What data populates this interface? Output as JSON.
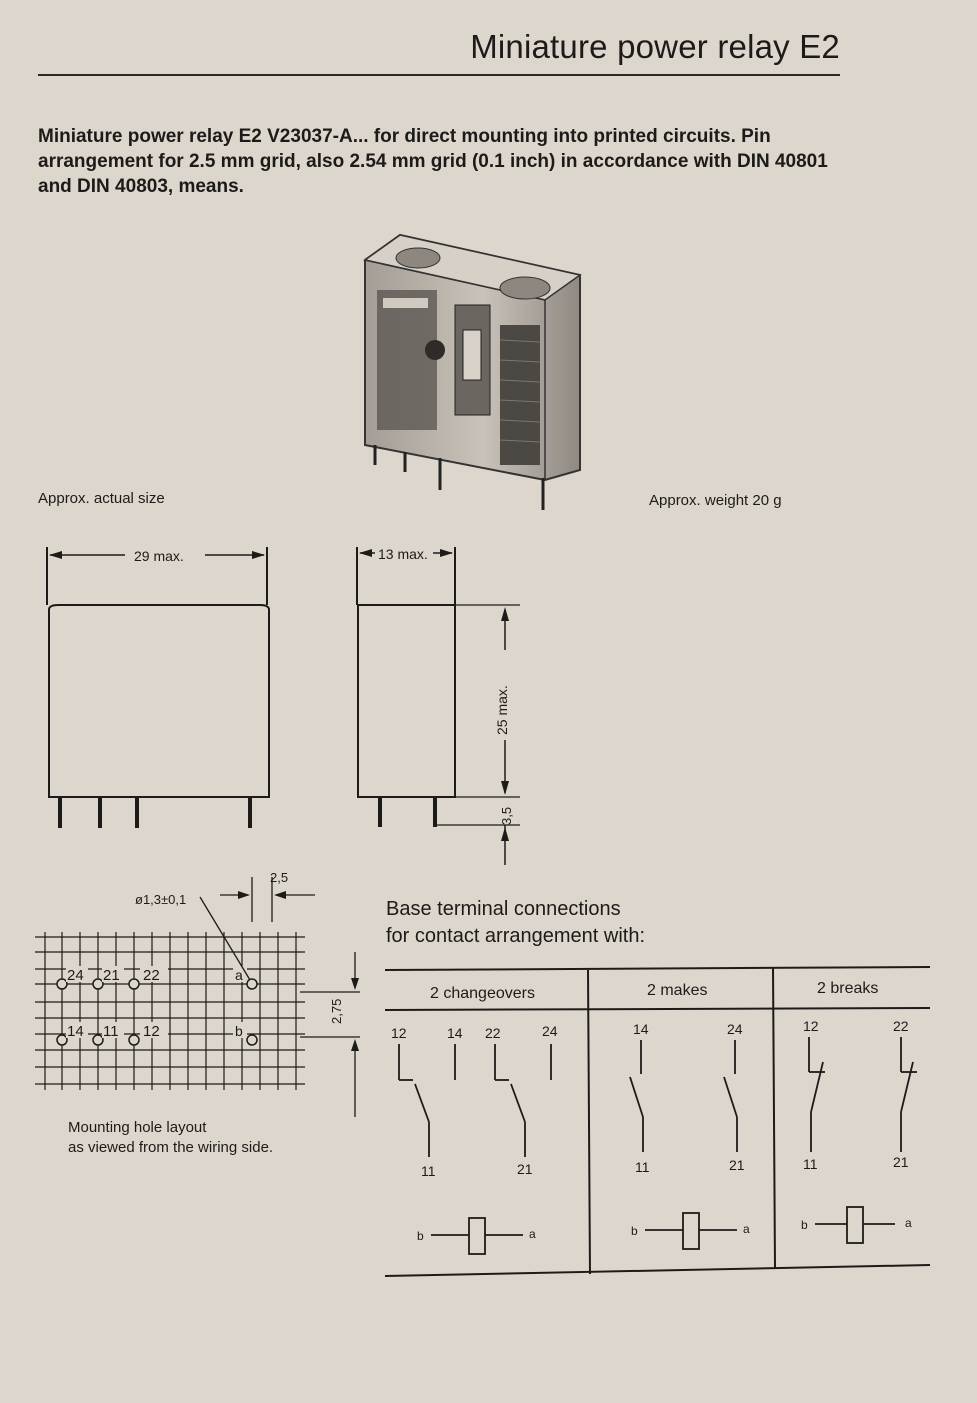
{
  "page": {
    "title": "Miniature power relay E2",
    "intro": "Miniature power relay E2 V23037-A... for direct mounting into printed circuits. Pin arrangement for 2.5 mm grid, also 2.54 mm grid (0.1 inch) in accordance with DIN 40801 and DIN 40803, means."
  },
  "photo": {
    "caption_left": "Approx. actual size",
    "caption_right": "Approx. weight 20 g"
  },
  "dimensions": {
    "width": "29 max.",
    "depth": "13 max.",
    "height": "25 max.",
    "pin_length": "3,5"
  },
  "hole_layout": {
    "hole_diameter": "ø1,3±0,1",
    "pitch": "2,5",
    "offset": "2,75",
    "pins_top": [
      "24",
      "21",
      "22",
      "a"
    ],
    "pins_bottom": [
      "14",
      "11",
      "12",
      "b"
    ],
    "caption_line1": "Mounting hole layout",
    "caption_line2": "as viewed from the wiring side."
  },
  "terminals": {
    "heading_line1": "Base terminal connections",
    "heading_line2": "for contact arrangement with:",
    "columns": [
      {
        "label": "2 changeovers",
        "top_pins": [
          "12",
          "14",
          "22",
          "24"
        ],
        "bottom_pins": [
          "11",
          "21"
        ],
        "coil": [
          "b",
          "a"
        ]
      },
      {
        "label": "2 makes",
        "top_pins": [
          "14",
          "24"
        ],
        "bottom_pins": [
          "11",
          "21"
        ],
        "coil": [
          "b",
          "a"
        ]
      },
      {
        "label": "2 breaks",
        "top_pins": [
          "12",
          "22"
        ],
        "bottom_pins": [
          "11",
          "21"
        ],
        "coil": [
          "b",
          "a"
        ]
      }
    ]
  },
  "colors": {
    "paper": "#ddd6cc",
    "ink": "#1d1b19",
    "relay_case": "#b9b3ab"
  }
}
